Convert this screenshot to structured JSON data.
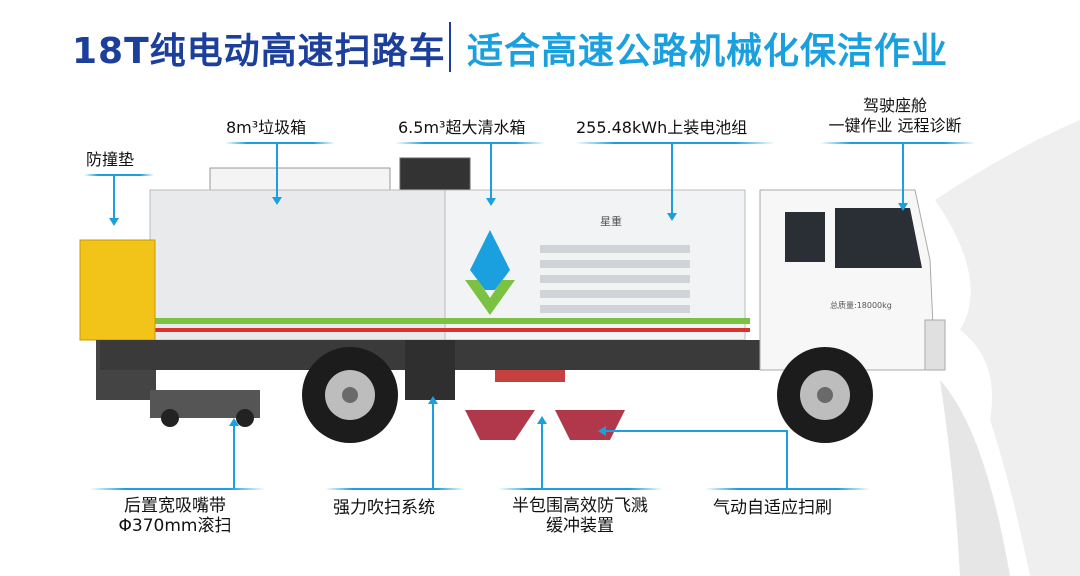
{
  "header": {
    "title_left": "18T纯电动高速扫路车",
    "title_right": "适合高速公路机械化保洁作业"
  },
  "callouts": {
    "bumper_pad": "防撞垫",
    "garbage_bin": "8m³垃圾箱",
    "water_tank": "6.5m³超大清水箱",
    "battery_pack": "255.48kWh上装电池组",
    "cab_line1": "驾驶座舱",
    "cab_line2": "一键作业 远程诊断",
    "suction_line1": "后置宽吸嘴带",
    "suction_line2": "Φ370mm滚扫",
    "blower": "强力吹扫系统",
    "splash_line1": "半包围高效防飞溅",
    "splash_line2": "缓冲装置",
    "brush": "气动自适应扫刷"
  },
  "truck": {
    "brand_label": "星重",
    "weight_label": "总质量:18000kg"
  },
  "colors": {
    "title_dark": "#1b3f9b",
    "title_light": "#1aa0df",
    "callout_line": "#1aa0df",
    "body_stripe_green": "#7cc242",
    "body_stripe_red": "#d9342b",
    "bumper_yellow": "#f2c318",
    "brush_color": "#b0384a"
  },
  "icons": {
    "logo": "water-drop-shield-logo",
    "background": "stylized-bird-wing-decoration"
  }
}
